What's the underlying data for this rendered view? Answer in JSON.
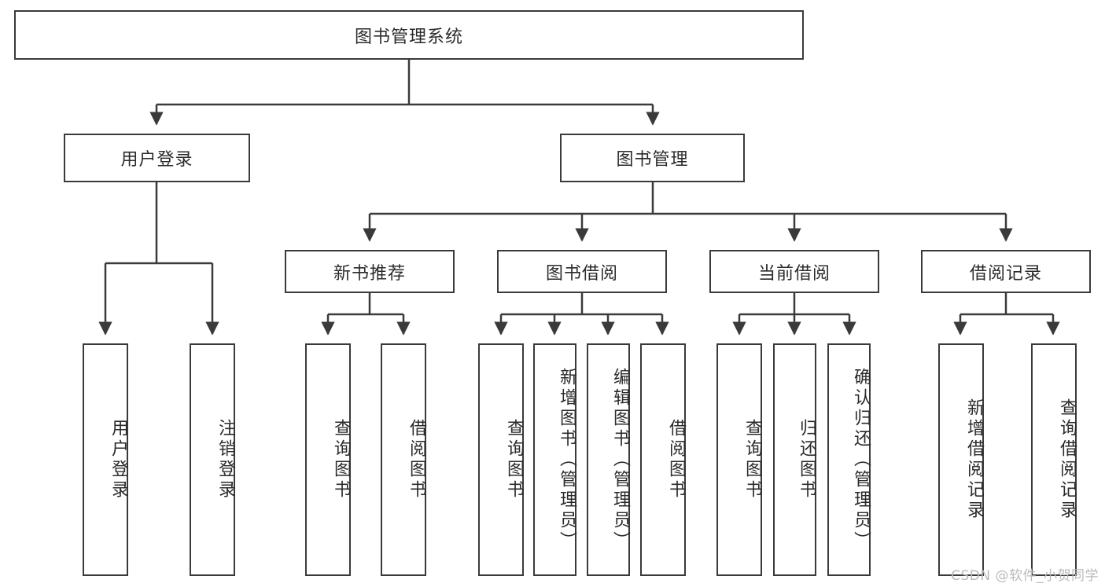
{
  "diagram": {
    "type": "tree",
    "title": "图书管理系统",
    "orientation": "top-down",
    "style": {
      "border_color": "#3a3a3a",
      "fill_color": "#ffffff",
      "text_color": "#2b2b2b",
      "connector_color": "#3a3a3a",
      "background": "#ffffff"
    },
    "nodes": {
      "root": {
        "label": "图书管理系统",
        "level": 0
      },
      "user_login": {
        "label": "用户登录",
        "level": 1
      },
      "book_manage": {
        "label": "图书管理",
        "level": 1
      },
      "new_book_rec": {
        "label": "新书推荐",
        "level": 2
      },
      "book_borrow": {
        "label": "图书借阅",
        "level": 2
      },
      "current_borrow": {
        "label": "当前借阅",
        "level": 2
      },
      "borrow_record": {
        "label": "借阅记录",
        "level": 2
      },
      "leaf_user_login": {
        "label": "用户登录",
        "level": 3,
        "parent": "user_login"
      },
      "leaf_logout": {
        "label": "注销登录",
        "level": 3,
        "parent": "user_login"
      },
      "leaf_query_book_1": {
        "label": "查询图书",
        "level": 3,
        "parent": "new_book_rec"
      },
      "leaf_borrow_book_1": {
        "label": "借阅图书",
        "level": 3,
        "parent": "new_book_rec"
      },
      "leaf_query_book_2": {
        "label": "查询图书",
        "level": 3,
        "parent": "book_borrow"
      },
      "leaf_add_book": {
        "label": "新增图书（管理员）",
        "level": 3,
        "parent": "book_borrow"
      },
      "leaf_edit_book": {
        "label": "编辑图书（管理员）",
        "level": 3,
        "parent": "book_borrow"
      },
      "leaf_borrow_book_2": {
        "label": "借阅图书",
        "level": 3,
        "parent": "book_borrow"
      },
      "leaf_query_book_3": {
        "label": "查询图书",
        "level": 3,
        "parent": "current_borrow"
      },
      "leaf_return_book": {
        "label": "归还图书",
        "level": 3,
        "parent": "current_borrow"
      },
      "leaf_confirm_return": {
        "label": "确认归还（管理员）",
        "level": 3,
        "parent": "current_borrow"
      },
      "leaf_add_record": {
        "label": "新增借阅记录",
        "level": 3,
        "parent": "borrow_record"
      },
      "leaf_query_record": {
        "label": "查询借阅记录",
        "level": 3,
        "parent": "borrow_record"
      }
    },
    "edges": [
      {
        "from": "root",
        "to": "user_login"
      },
      {
        "from": "root",
        "to": "book_manage"
      },
      {
        "from": "book_manage",
        "to": "new_book_rec"
      },
      {
        "from": "book_manage",
        "to": "book_borrow"
      },
      {
        "from": "book_manage",
        "to": "current_borrow"
      },
      {
        "from": "book_manage",
        "to": "borrow_record"
      },
      {
        "from": "user_login",
        "to": "leaf_user_login"
      },
      {
        "from": "user_login",
        "to": "leaf_logout"
      },
      {
        "from": "new_book_rec",
        "to": "leaf_query_book_1"
      },
      {
        "from": "new_book_rec",
        "to": "leaf_borrow_book_1"
      },
      {
        "from": "book_borrow",
        "to": "leaf_query_book_2"
      },
      {
        "from": "book_borrow",
        "to": "leaf_add_book"
      },
      {
        "from": "book_borrow",
        "to": "leaf_edit_book"
      },
      {
        "from": "book_borrow",
        "to": "leaf_borrow_book_2"
      },
      {
        "from": "current_borrow",
        "to": "leaf_query_book_3"
      },
      {
        "from": "current_borrow",
        "to": "leaf_return_book"
      },
      {
        "from": "current_borrow",
        "to": "leaf_confirm_return"
      },
      {
        "from": "borrow_record",
        "to": "leaf_add_record"
      },
      {
        "from": "borrow_record",
        "to": "leaf_query_record"
      }
    ]
  },
  "watermark": {
    "text": "CSDN @软件_小贺同学"
  }
}
